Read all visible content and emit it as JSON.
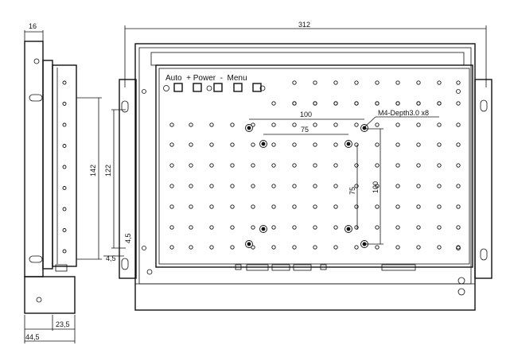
{
  "dimensions": {
    "side_width_top": "16",
    "front_width": "312",
    "side_height_outer": "142",
    "side_height_inner": "122",
    "side_gap_a": "4,5",
    "side_gap_b": "4,5",
    "side_bottom_a": "23,5",
    "side_bottom_b": "44,5",
    "hole_spacing_h": "100",
    "hole_spacing_h2": "75",
    "hole_spacing_v": "75",
    "hole_spacing_v2": "100"
  },
  "labels": {
    "buttons": "Auto  + Power  -  Menu",
    "mount_hole": "M4-Depth3.0 x8"
  }
}
